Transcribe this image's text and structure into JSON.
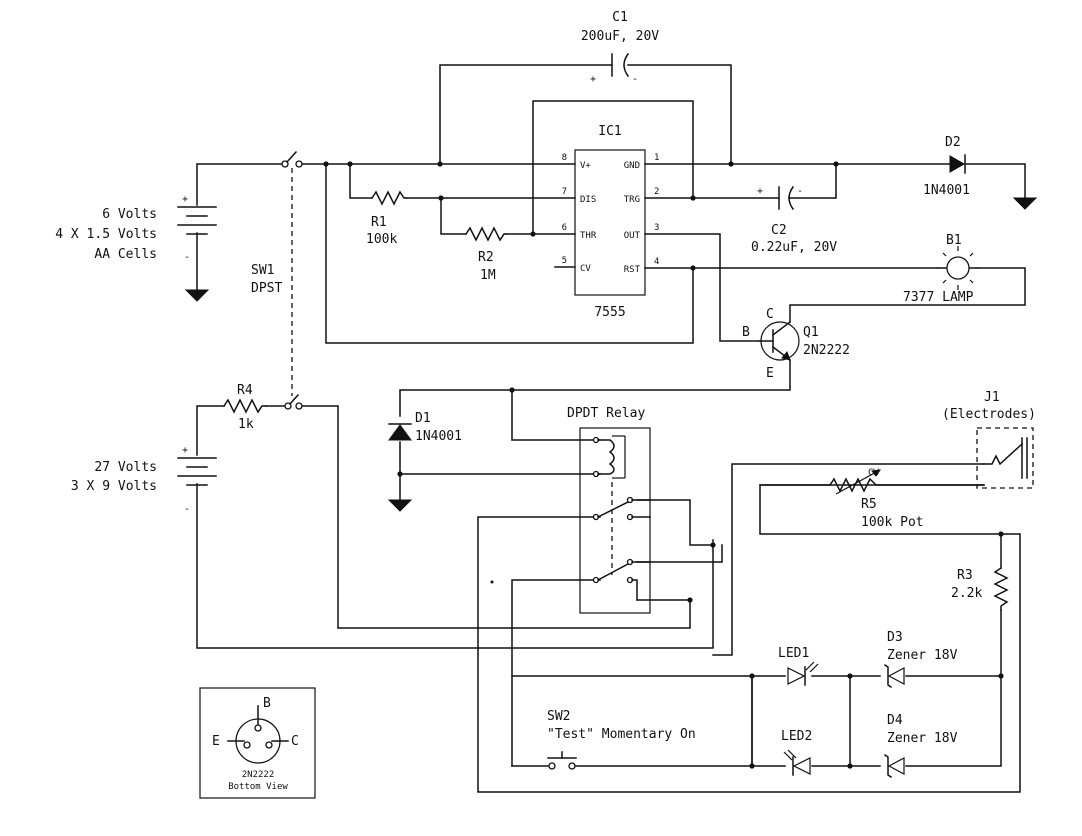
{
  "battery_6v": {
    "ref": "",
    "line1": "6 Volts",
    "line2": "4 X 1.5 Volts",
    "line3": "AA Cells"
  },
  "battery_27v": {
    "line1": "27 Volts",
    "line2": "3 X 9 Volts"
  },
  "sw1": {
    "ref": "SW1",
    "type": "DPST"
  },
  "ic1": {
    "ref": "IC1",
    "part": "7555",
    "left_pins": [
      {
        "num": "8",
        "name": "V+"
      },
      {
        "num": "7",
        "name": "DIS"
      },
      {
        "num": "6",
        "name": "THR"
      },
      {
        "num": "5",
        "name": "CV"
      }
    ],
    "right_pins": [
      {
        "num": "1",
        "name": "GND"
      },
      {
        "num": "2",
        "name": "TRG"
      },
      {
        "num": "3",
        "name": "OUT"
      },
      {
        "num": "4",
        "name": "RST"
      }
    ]
  },
  "c1": {
    "ref": "C1",
    "value": "200uF, 20V"
  },
  "c2": {
    "ref": "C2",
    "value": "0.22uF, 20V"
  },
  "r1": {
    "ref": "R1",
    "value": "100k"
  },
  "r2": {
    "ref": "R2",
    "value": "1M"
  },
  "r3": {
    "ref": "R3",
    "value": "2.2k"
  },
  "r4": {
    "ref": "R4",
    "value": "1k"
  },
  "r5": {
    "ref": "R5",
    "value": "100k Pot",
    "wiper": "CW"
  },
  "d1": {
    "ref": "D1",
    "value": "1N4001"
  },
  "d2": {
    "ref": "D2",
    "value": "1N4001"
  },
  "d3": {
    "ref": "D3",
    "value": "Zener 18V"
  },
  "d4": {
    "ref": "D4",
    "value": "Zener 18V"
  },
  "led1": {
    "ref": "LED1"
  },
  "led2": {
    "ref": "LED2"
  },
  "b1": {
    "ref": "B1",
    "value": "7377 LAMP"
  },
  "q1": {
    "ref": "Q1",
    "value": "2N2222",
    "b": "B",
    "c": "C",
    "e": "E"
  },
  "relay": {
    "label": "DPDT Relay"
  },
  "j1": {
    "ref": "J1",
    "value": "(Electrodes)"
  },
  "sw2": {
    "ref": "SW2",
    "value": "\"Test\" Momentary On"
  },
  "polarity": {
    "plus": "+",
    "minus": "-"
  },
  "pinout": {
    "b": "B",
    "e": "E",
    "c": "C",
    "part": "2N2222",
    "caption": "Bottom View"
  }
}
